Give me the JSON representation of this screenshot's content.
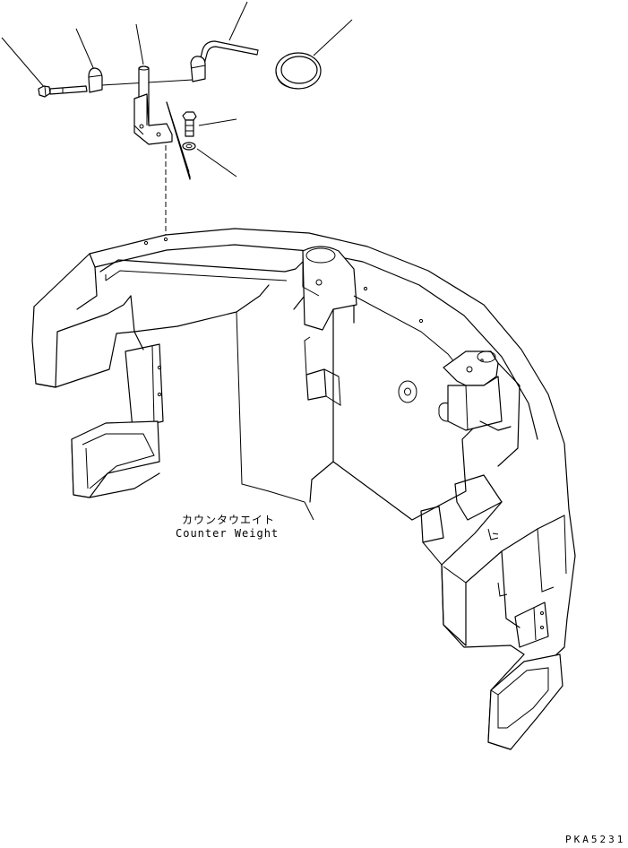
{
  "part_name_jp": "カウンタウエイト",
  "part_name_en": "Counter Weight",
  "drawing_code": "PKA5231",
  "parts": [
    {
      "name": "bolt"
    },
    {
      "name": "clamp"
    },
    {
      "name": "pin"
    },
    {
      "name": "bent-pipe"
    },
    {
      "name": "ring"
    },
    {
      "name": "bracket"
    },
    {
      "name": "bolt"
    },
    {
      "name": "washer"
    },
    {
      "name": "counterweight"
    }
  ]
}
